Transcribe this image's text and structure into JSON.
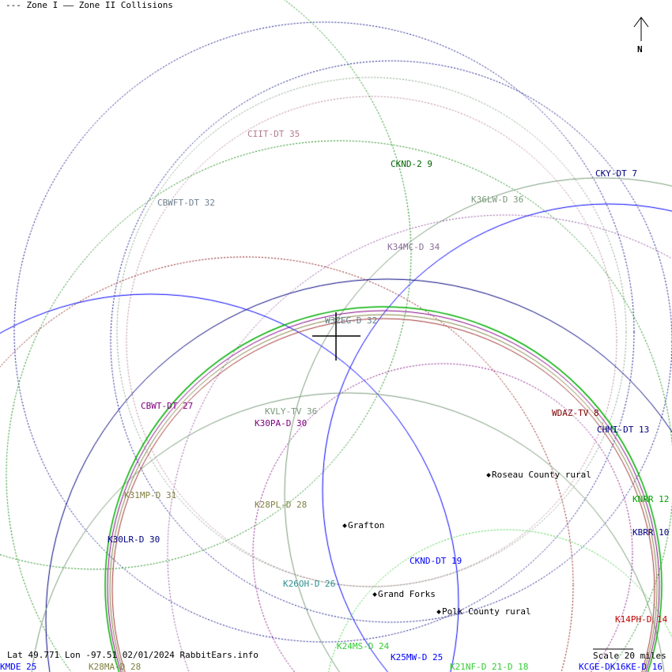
{
  "legend": {
    "zone1": "--- Zone I",
    "zone2": "—— Zone II Collisions"
  },
  "north": "N",
  "footer": "Lat 49.771 Lon -97.51 02/01/2024 RabbitEars.info",
  "scale": "Scale 20 miles",
  "stations": [
    {
      "label": "CIIT-DT 35",
      "color": "#b07a8a"
    },
    {
      "label": "CKND-2 9",
      "color": "#006400"
    },
    {
      "label": "CKY-DT 7",
      "color": "#000080"
    },
    {
      "label": "CBWFT-DT 32",
      "color": "#708090"
    },
    {
      "label": "K36LW-D 36",
      "color": "#7a9a7a"
    },
    {
      "label": "K34MC-D 34",
      "color": "#8a6a9a"
    },
    {
      "label": "W32EG-D 32",
      "color": "#5f7f8f"
    },
    {
      "label": "CBWT-DT 27",
      "color": "#800080"
    },
    {
      "label": "KVLY-TV 36",
      "color": "#7a9a7a"
    },
    {
      "label": "K30PA-D 30",
      "color": "#800080"
    },
    {
      "label": "WDAZ-TV 8",
      "color": "#800000"
    },
    {
      "label": "CHMI-DT 13",
      "color": "#000080"
    },
    {
      "label": "K31MP-D 31",
      "color": "#808040"
    },
    {
      "label": "K28PL-D 28",
      "color": "#808040"
    },
    {
      "label": "K30LR-D 30",
      "color": "#000080"
    },
    {
      "label": "KNRR 12",
      "color": "#00a000"
    },
    {
      "label": "KBRR 10",
      "color": "#000080"
    },
    {
      "label": "CKND-DT 19",
      "color": "#0000ff"
    },
    {
      "label": "K26OH-D 26",
      "color": "#2f8f8f"
    },
    {
      "label": "K14PH-D 14",
      "color": "#c00000"
    },
    {
      "label": "K24MS-D 24",
      "color": "#33cc33"
    },
    {
      "label": "K25MW-D 25",
      "color": "#0000ff"
    },
    {
      "label": "KMDE 25",
      "color": "#0000ff"
    },
    {
      "label": "K28MA-D 28",
      "color": "#808040"
    },
    {
      "label": "K21NF-D 21-D 18",
      "color": "#33cc33"
    },
    {
      "label": "KCGE-DK16KE-D 16",
      "color": "#0000ff"
    }
  ],
  "cities": [
    "Roseau County rural",
    "Grafton",
    "Grand Forks",
    "Polk County rural"
  ]
}
